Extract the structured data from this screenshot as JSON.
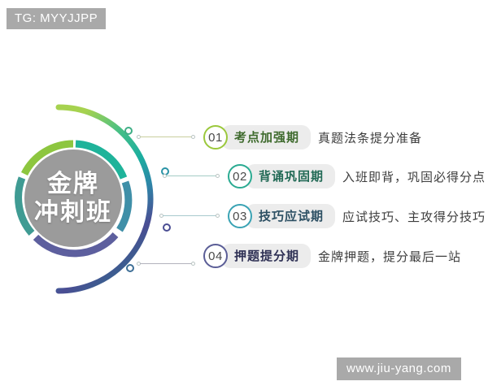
{
  "watermarks": {
    "top_left": "TG: MYYJJPP",
    "bottom_right": "www.jiu-yang.com"
  },
  "badge": {
    "line1": "金牌",
    "line2": "冲刺班",
    "center_color": "#9b9b9b",
    "ring_colors": [
      "#8dc63f",
      "#1fb39a",
      "#3f8fa8",
      "#5d5f9e",
      "#3f9b93"
    ]
  },
  "arc": {
    "gradient_from": "#9ccf4e",
    "gradient_mid": "#1fae9b",
    "gradient_to": "#4a4d93",
    "node_count": 4
  },
  "items": [
    {
      "number": "01",
      "title": "考点加强期",
      "desc": "真题法条提分准备",
      "circle_color": "#9bc83c",
      "title_color": "#3f6b2e",
      "line_color": "#c8cf9e"
    },
    {
      "number": "02",
      "title": "背诵巩固期",
      "desc": "入班即背，巩固必得分点",
      "circle_color": "#2bab92",
      "title_color": "#226a56",
      "line_color": "#a5cdc6"
    },
    {
      "number": "03",
      "title": "技巧应试期",
      "desc": "应试技巧、主攻得分技巧",
      "circle_color": "#3aa3b4",
      "title_color": "#2c4f63",
      "line_color": "#a8c9cd"
    },
    {
      "number": "04",
      "title": "押题提分期",
      "desc": "金牌押题，提分最后一站",
      "circle_color": "#5a5d96",
      "title_color": "#2f3155",
      "line_color": "#b3b3bd"
    }
  ]
}
